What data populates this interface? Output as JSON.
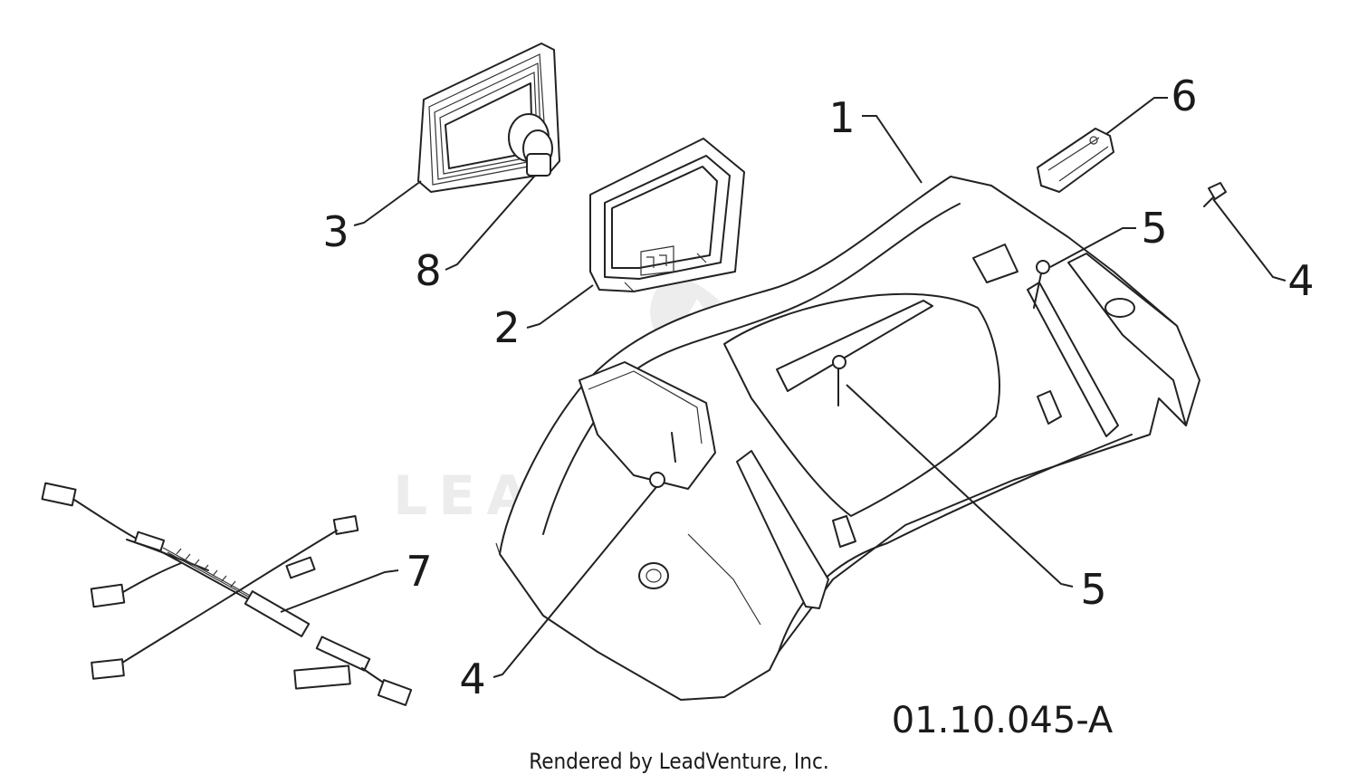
{
  "diagram": {
    "callouts": {
      "c1": "1",
      "c2": "2",
      "c3": "3",
      "c4a": "4",
      "c4b": "4",
      "c5a": "5",
      "c5b": "5",
      "c6": "6",
      "c7": "7",
      "c8": "8"
    },
    "figure_id": "01.10.045-A",
    "credit": "Rendered by LeadVenture, Inc.",
    "watermark": "LEADVENTURE"
  }
}
